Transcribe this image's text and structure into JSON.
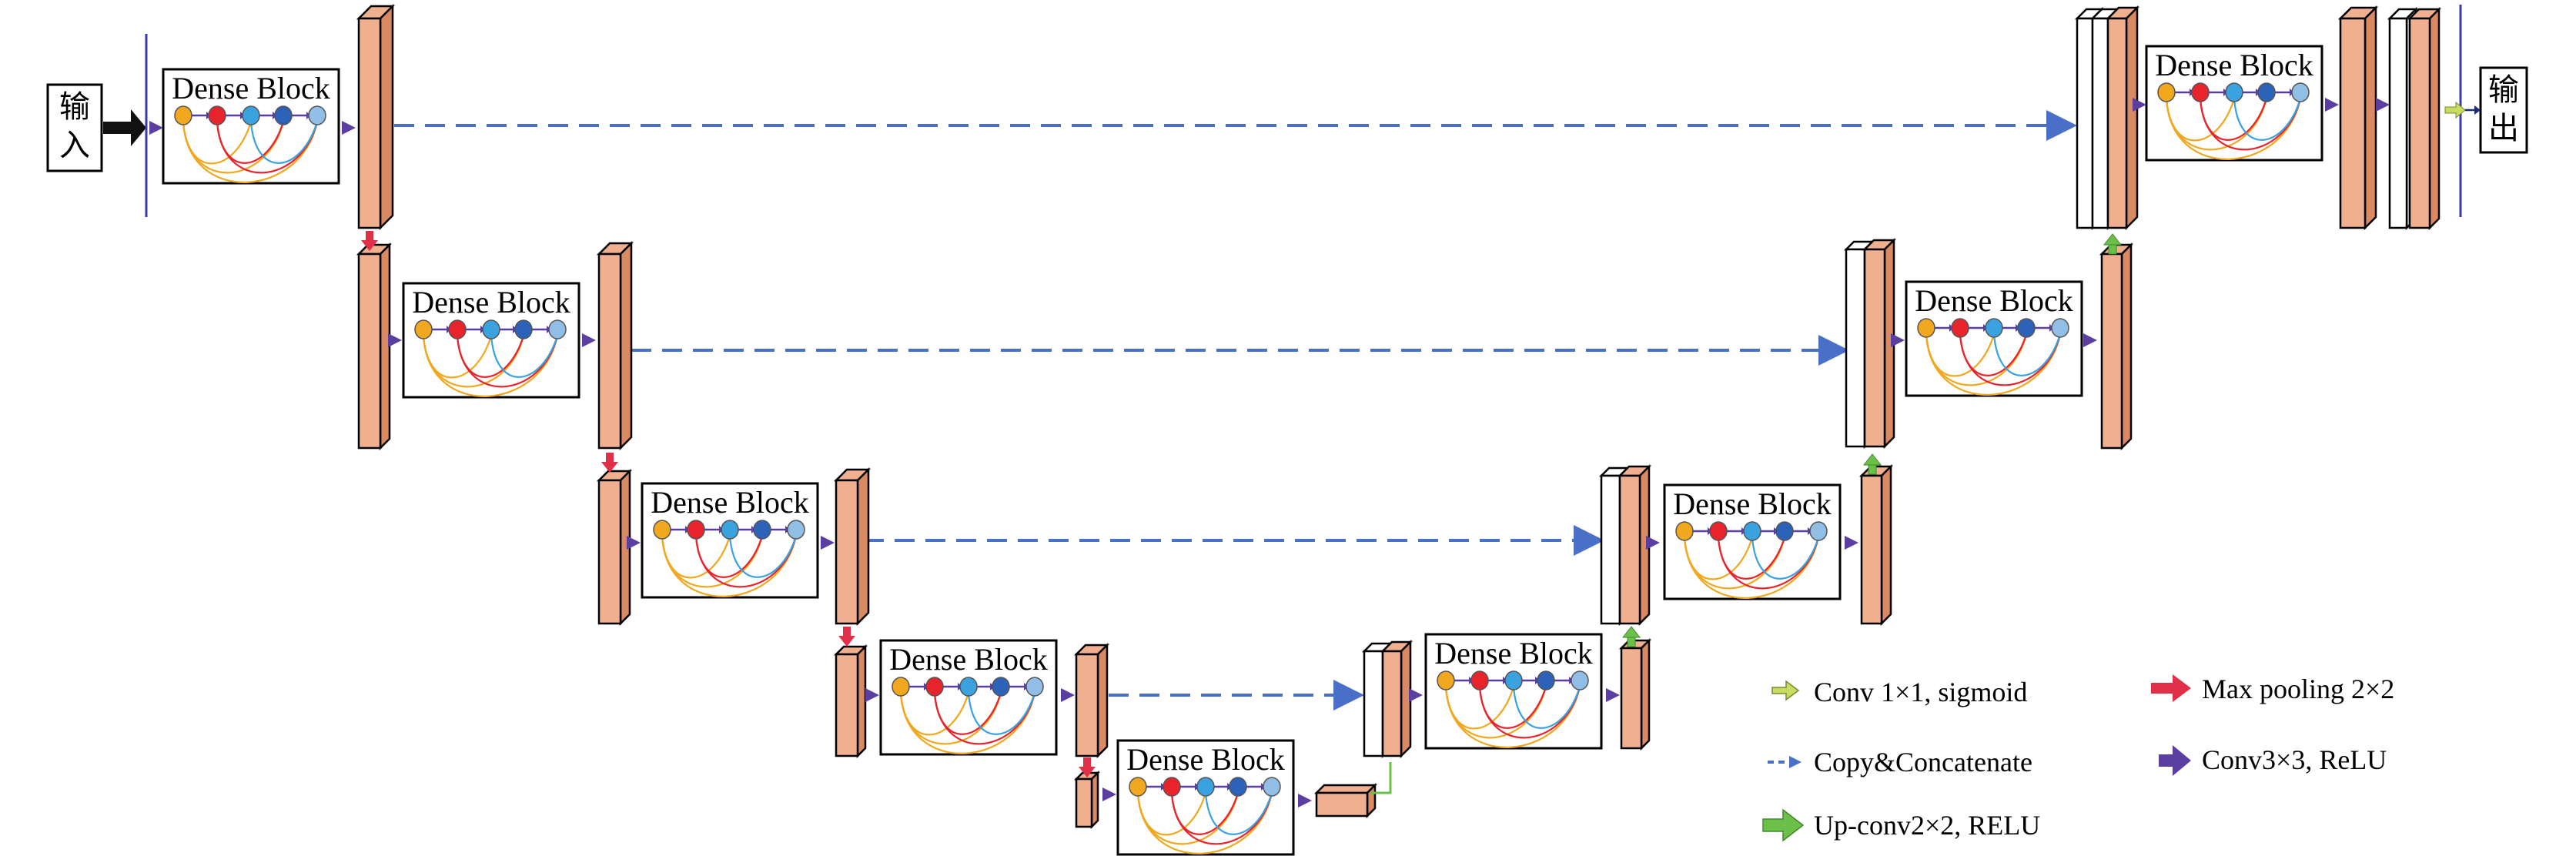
{
  "io": {
    "input_lines": [
      "输",
      "入"
    ],
    "output_lines": [
      "输",
      "出"
    ]
  },
  "dense_block_label": "Dense Block",
  "legend": [
    {
      "label": "Conv 1×1, sigmoid",
      "icon": "small-yellow-arrow-icon"
    },
    {
      "label": "Max pooling 2×2",
      "icon": "red-arrow-icon"
    },
    {
      "label": "Copy&Concatenate",
      "icon": "dashed-blue-arrow-icon"
    },
    {
      "label": "Conv3×3, ReLU",
      "icon": "purple-arrow-icon"
    },
    {
      "label": "Up-conv2×2, RELU",
      "icon": "green-arrow-icon"
    }
  ],
  "colors": {
    "feature_map": "#F0B090",
    "feature_map_side": "#D98A62",
    "copy_arrow": "#4A6FC8",
    "conv_arrow": "#5B3FA0",
    "pool_arrow": "#E03048",
    "upconv_arrow": "#6CC04A",
    "final_conv_arrow": "#C8DC60",
    "node_colors": [
      "#F2A81E",
      "#E8232C",
      "#3BA2E0",
      "#2C63B8",
      "#90BEE4"
    ],
    "curve_colors": [
      "#F2A81E",
      "#E8232C",
      "#3BA2E0"
    ]
  }
}
